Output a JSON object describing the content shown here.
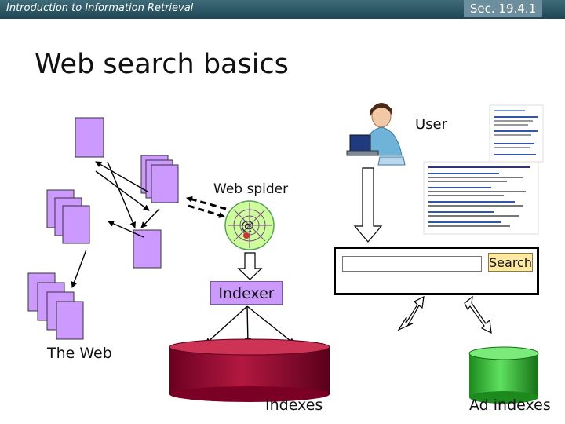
{
  "header": {
    "subtitle": "Introduction to Information Retrieval",
    "section": "Sec. 19.4.1"
  },
  "title": "Web search basics",
  "labels": {
    "user": "User",
    "web_spider": "Web spider",
    "the_web": "The Web",
    "indexer": "Indexer",
    "search_button": "Search",
    "indexes": "Indexes",
    "ad_indexes": "Ad indexes"
  },
  "colors": {
    "page_fill": "#cc99ff",
    "header_bar": "#2b5563",
    "indexes_cylinder": "#990033",
    "ad_indexes_cylinder": "#33cc33",
    "search_button": "#ffe8a0"
  },
  "icons": [
    "user-figure-icon",
    "spider-web-icon",
    "results-page-thumbnail",
    "ad-results-thumbnail"
  ]
}
